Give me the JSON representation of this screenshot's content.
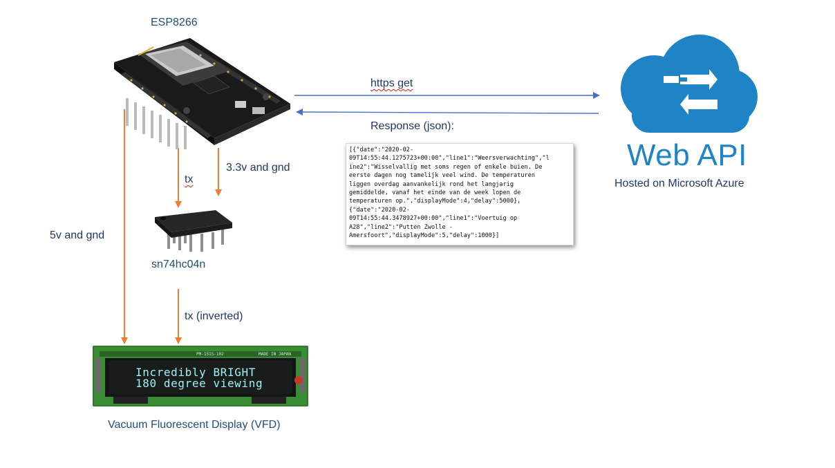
{
  "esp": {
    "label": "ESP8266"
  },
  "chip": {
    "label": "sn74hc04n"
  },
  "vfd": {
    "label": "Vacuum Fluorescent Display (VFD)",
    "line1": "Incredibly BRIGHT",
    "line2": "180 degree viewing",
    "board_text": "PM-1515-102",
    "made_in": "MADE IN JAPAN"
  },
  "wires": {
    "tx": "tx",
    "power33": "3.3v and gnd",
    "power5": "5v and gnd",
    "tx_inverted": "tx (inverted)"
  },
  "http": {
    "request": "https get",
    "response": "Response (json):"
  },
  "json_text": "[{\"date\":\"2020-02-\n09T14:55:44.1275723+00:00\",\"line1\":\"Weersverwachting\",\"l\nine2\":\"Wisselvallig met soms regen of enkele buien. De\neerste dagen nog tamelijk veel wind. De temperaturen\nliggen overdag aanvankelijk rond het langjarig\ngemiddelde, vanaf het einde van de week lopen de\ntemperaturen op.\",\"displayMode\":4,\"delay\":5000},\n{\"date\":\"2020-02-\n09T14:55:44.3478927+00:00\",\"line1\":\"Voertuig op\nA28\",\"line2\":\"Putten Zwolle -\nAmersfoort\",\"displayMode\":5,\"delay\":1000}]",
  "cloud": {
    "title": "Web API",
    "subtitle": "Hosted on Microsoft Azure"
  },
  "colors": {
    "orange_arrow": "#ed7d31",
    "blue_arrow": "#4472c4",
    "azure_blue": "#1e84c6"
  }
}
